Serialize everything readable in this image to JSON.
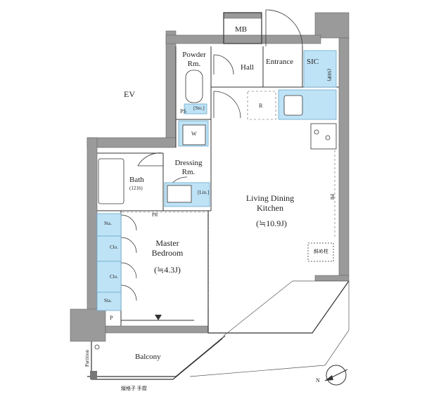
{
  "rooms": {
    "mb": "MB",
    "powder": "Powder\nRm.",
    "hall": "Hall",
    "entrance": "Entrance",
    "sic": "SIC",
    "ev": "EV",
    "ps": "PS",
    "sto": "[Sto.]",
    "r": "R",
    "w": "W",
    "dressing": "Dressing\nRm.",
    "bath": "Bath",
    "bath_size": "(1216)",
    "lin": "[Lin.]",
    "ldk": "Living Dining\nKitchen",
    "ldk_area": "(≒10.9J)",
    "pr_top": "PR",
    "pr_right": "PR",
    "master": "Master\nBedroom",
    "master_area": "(≒4.3J)",
    "sta_top": "Sta.",
    "clo_1": "Clo.",
    "clo_2": "Clo.",
    "sta_bottom": "Sta.",
    "shoe_shelf": "(SHP)",
    "slant_pillar": "斜め柱",
    "p": "P",
    "balcony": "Balcony",
    "partition": "Partition",
    "railing": "縦格子 手摺"
  },
  "compass": {
    "label": "N"
  },
  "colors": {
    "wall": "#9a9a9a",
    "fixture": "#bfe3f6",
    "fixture_stroke": "#6aa9cc",
    "line": "#333333"
  }
}
